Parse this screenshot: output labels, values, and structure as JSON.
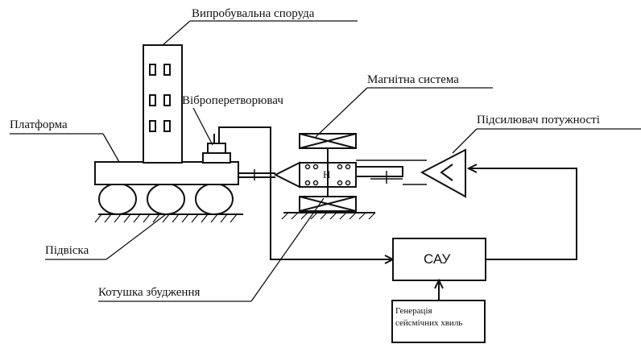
{
  "labels": {
    "test_structure": "Випробувальна споруда",
    "vibro_transducer": "Віброперетворювач",
    "magnetic_system": "Магнітна система",
    "platform": "Платформа",
    "power_amplifier": "Підсилювач потужності",
    "suspension": "Підвіска",
    "excitation_coil": "Котушка збудження",
    "sau": "САУ",
    "generator_line1": "Генерація",
    "generator_line2": "сейсмічних хвиль",
    "magnet_h": "H"
  },
  "colors": {
    "stroke": "#111111",
    "background": "#ffffff"
  }
}
